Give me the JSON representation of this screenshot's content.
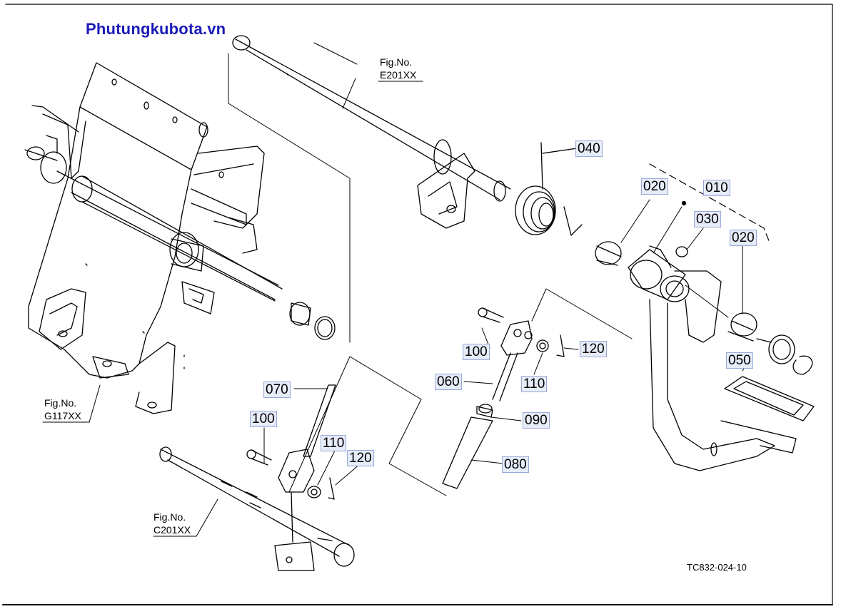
{
  "watermark": "Phutungkubota.vn",
  "diagram_code": "TC832-024-10",
  "fig_refs": [
    {
      "label": "Fig.No.",
      "code": "E201XX"
    },
    {
      "label": "Fig.No.",
      "code": "G117XX"
    },
    {
      "label": "Fig.No.",
      "code": "C201XX"
    }
  ],
  "parts": [
    "040",
    "020",
    "010",
    "030",
    "020",
    "050",
    "100",
    "120",
    "060",
    "110",
    "090",
    "080",
    "070",
    "100",
    "110",
    "120"
  ],
  "colors": {
    "line": "#000000",
    "label_bg": "#e6ecf8",
    "watermark": "#1a1ab8"
  }
}
